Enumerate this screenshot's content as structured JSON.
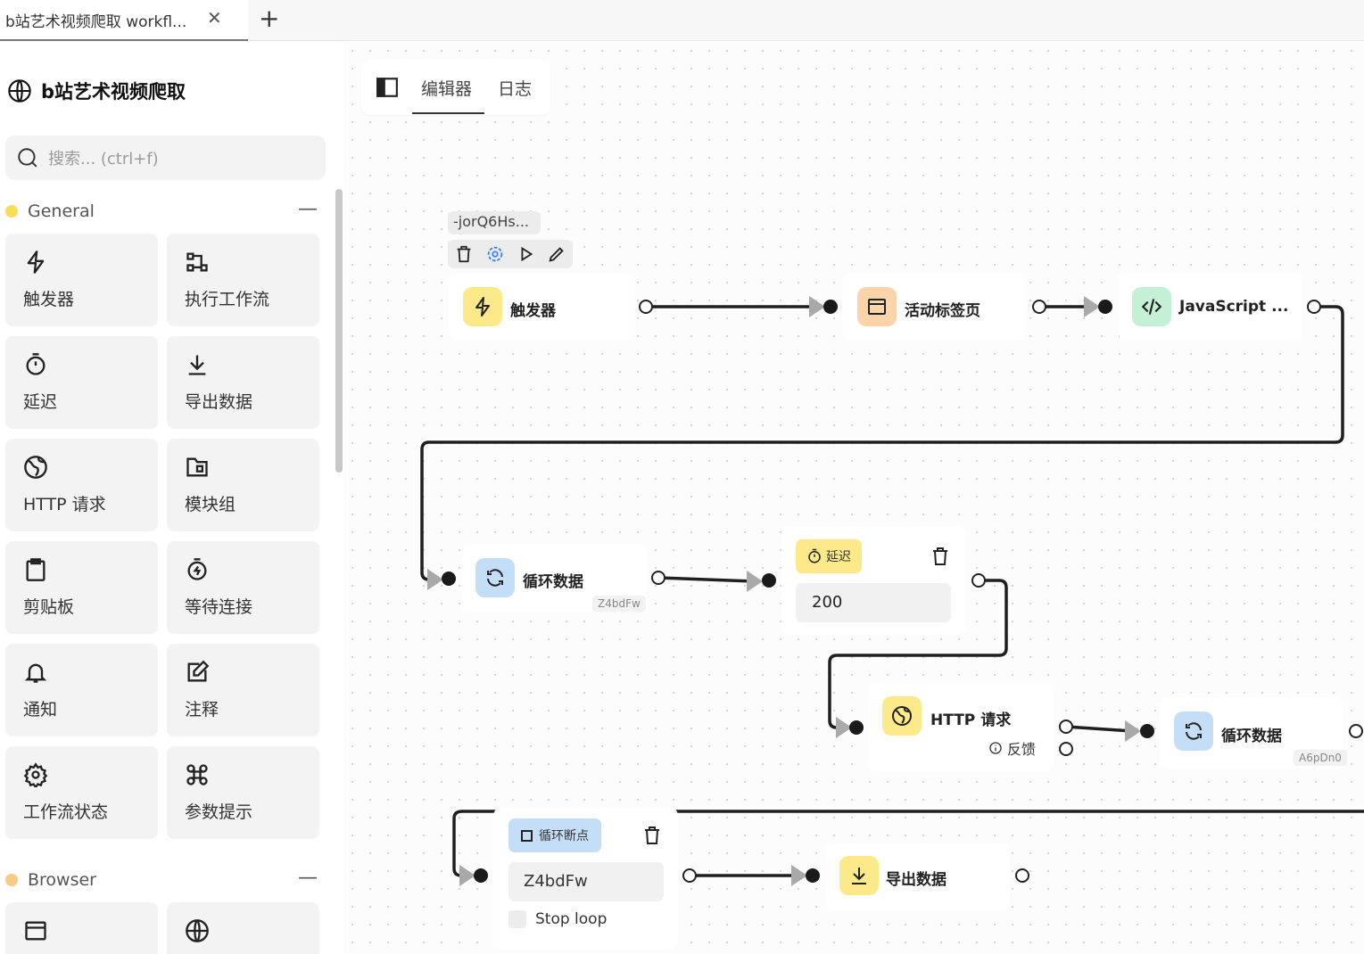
{
  "tab": {
    "title": "b站艺术视频爬取 workfl...",
    "close": "✕",
    "add": "+"
  },
  "sidebar": {
    "workflow_title": "b站艺术视频爬取",
    "search_placeholder": "搜索... (ctrl+f)",
    "sections": {
      "general": {
        "label": "General",
        "collapse": "—",
        "color": "#f7dd56"
      },
      "browser": {
        "label": "Browser",
        "collapse": "—",
        "color": "#f9c98a"
      }
    },
    "blocks": [
      {
        "label": "触发器",
        "icon": "lightning-icon"
      },
      {
        "label": "执行工作流",
        "icon": "workflow-icon"
      },
      {
        "label": "延迟",
        "icon": "timer-icon"
      },
      {
        "label": "导出数据",
        "icon": "download-icon"
      },
      {
        "label": "HTTP 请求",
        "icon": "globe-icon"
      },
      {
        "label": "模块组",
        "icon": "folder-icon"
      },
      {
        "label": "剪贴板",
        "icon": "clipboard-icon"
      },
      {
        "label": "等待连接",
        "icon": "timer-bolt-icon"
      },
      {
        "label": "通知",
        "icon": "bell-icon"
      },
      {
        "label": "注释",
        "icon": "edit-note-icon"
      },
      {
        "label": "工作流状态",
        "icon": "gear-icon"
      },
      {
        "label": "参数提示",
        "icon": "command-icon"
      }
    ],
    "browser_blocks": [
      {
        "icon": "browser-window-icon"
      },
      {
        "icon": "web-globe-icon"
      }
    ]
  },
  "editor": {
    "tabs": {
      "editor": "编辑器",
      "log": "日志"
    },
    "selected_node_id": "-jorQ6Hs..."
  },
  "nodes": {
    "trigger": {
      "label": "触发器"
    },
    "active_tab": {
      "label": "活动标签页"
    },
    "javascript": {
      "label": "JavaScript ..."
    },
    "loop1": {
      "label": "循环数据",
      "id": "Z4bdFw"
    },
    "delay": {
      "badge": "延迟",
      "value": "200"
    },
    "http": {
      "label": "HTTP 请求",
      "fallback": "反馈"
    },
    "loop2": {
      "label": "循环数据",
      "id": "A6pDn0"
    },
    "loop_break": {
      "badge": "循环断点",
      "value": "Z4bdFw",
      "checkbox_label": "Stop loop"
    },
    "export": {
      "label": "导出数据"
    }
  },
  "colors": {
    "yellow": "#fce98a",
    "orange": "#fbd4a9",
    "green": "#c4f0d6",
    "blue": "#c5def8"
  }
}
